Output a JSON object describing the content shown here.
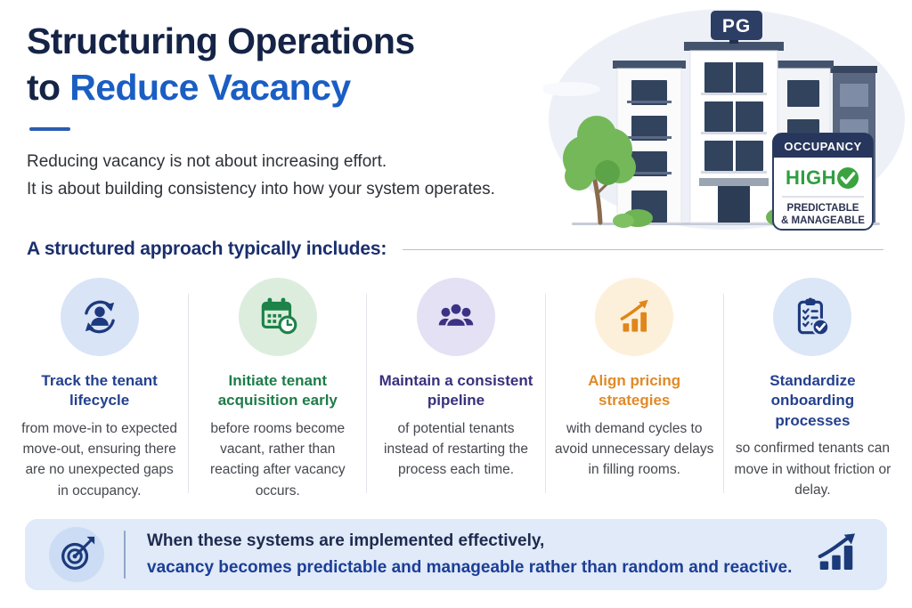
{
  "header": {
    "title_line1": "Structuring Operations",
    "title_line2_prefix": "to ",
    "title_line2_highlight": "Reduce Vacancy",
    "subtitle_line1": "Reducing vacancy is not about increasing effort.",
    "subtitle_line2": "It is about building consistency into how your system operates.",
    "colors": {
      "title_navy": "#152446",
      "title_blue": "#1a5ec4"
    }
  },
  "illustration": {
    "sign_label": "PG",
    "badge": {
      "header": "OCCUPANCY",
      "status": "HIGH",
      "line1": "PREDICTABLE",
      "line2": "& MANAGEABLE",
      "status_color": "#2f9e41",
      "header_bg": "#27365c"
    }
  },
  "section": {
    "heading": "A structured approach typically includes:"
  },
  "columns": [
    {
      "icon": "lifecycle-sync-icon",
      "title": "Track the tenant lifecycle",
      "body": "from move-in to expected move-out, ensuring there are no unexpected gaps in occupancy.",
      "title_color": "#24418f",
      "circle_bg": "#d9e4f7"
    },
    {
      "icon": "calendar-clock-icon",
      "title": "Initiate tenant acquisition early",
      "body": "before rooms become vacant, rather than reacting after vacancy occurs.",
      "title_color": "#1e7c48",
      "circle_bg": "#dcedde"
    },
    {
      "icon": "people-group-icon",
      "title": "Maintain a consistent pipeline",
      "body": "of potential tenants instead of restarting the process each time.",
      "title_color": "#37317c",
      "circle_bg": "#e5e1f4"
    },
    {
      "icon": "pricing-growth-chart-icon",
      "title": "Align pricing strategies",
      "body": "with demand cycles to avoid unnecessary delays in filling rooms.",
      "title_color": "#e08a28",
      "circle_bg": "#fdf0da"
    },
    {
      "icon": "clipboard-check-icon",
      "title": "Standardize onboarding processes",
      "body": "so confirmed tenants can move in without friction or delay.",
      "title_color": "#24418f",
      "circle_bg": "#dbe6f6"
    }
  ],
  "banner": {
    "line1": "When these systems are implemented effectively,",
    "line2": "vacancy becomes predictable and manageable rather than random and reactive.",
    "bg": "#e0eaf8"
  }
}
